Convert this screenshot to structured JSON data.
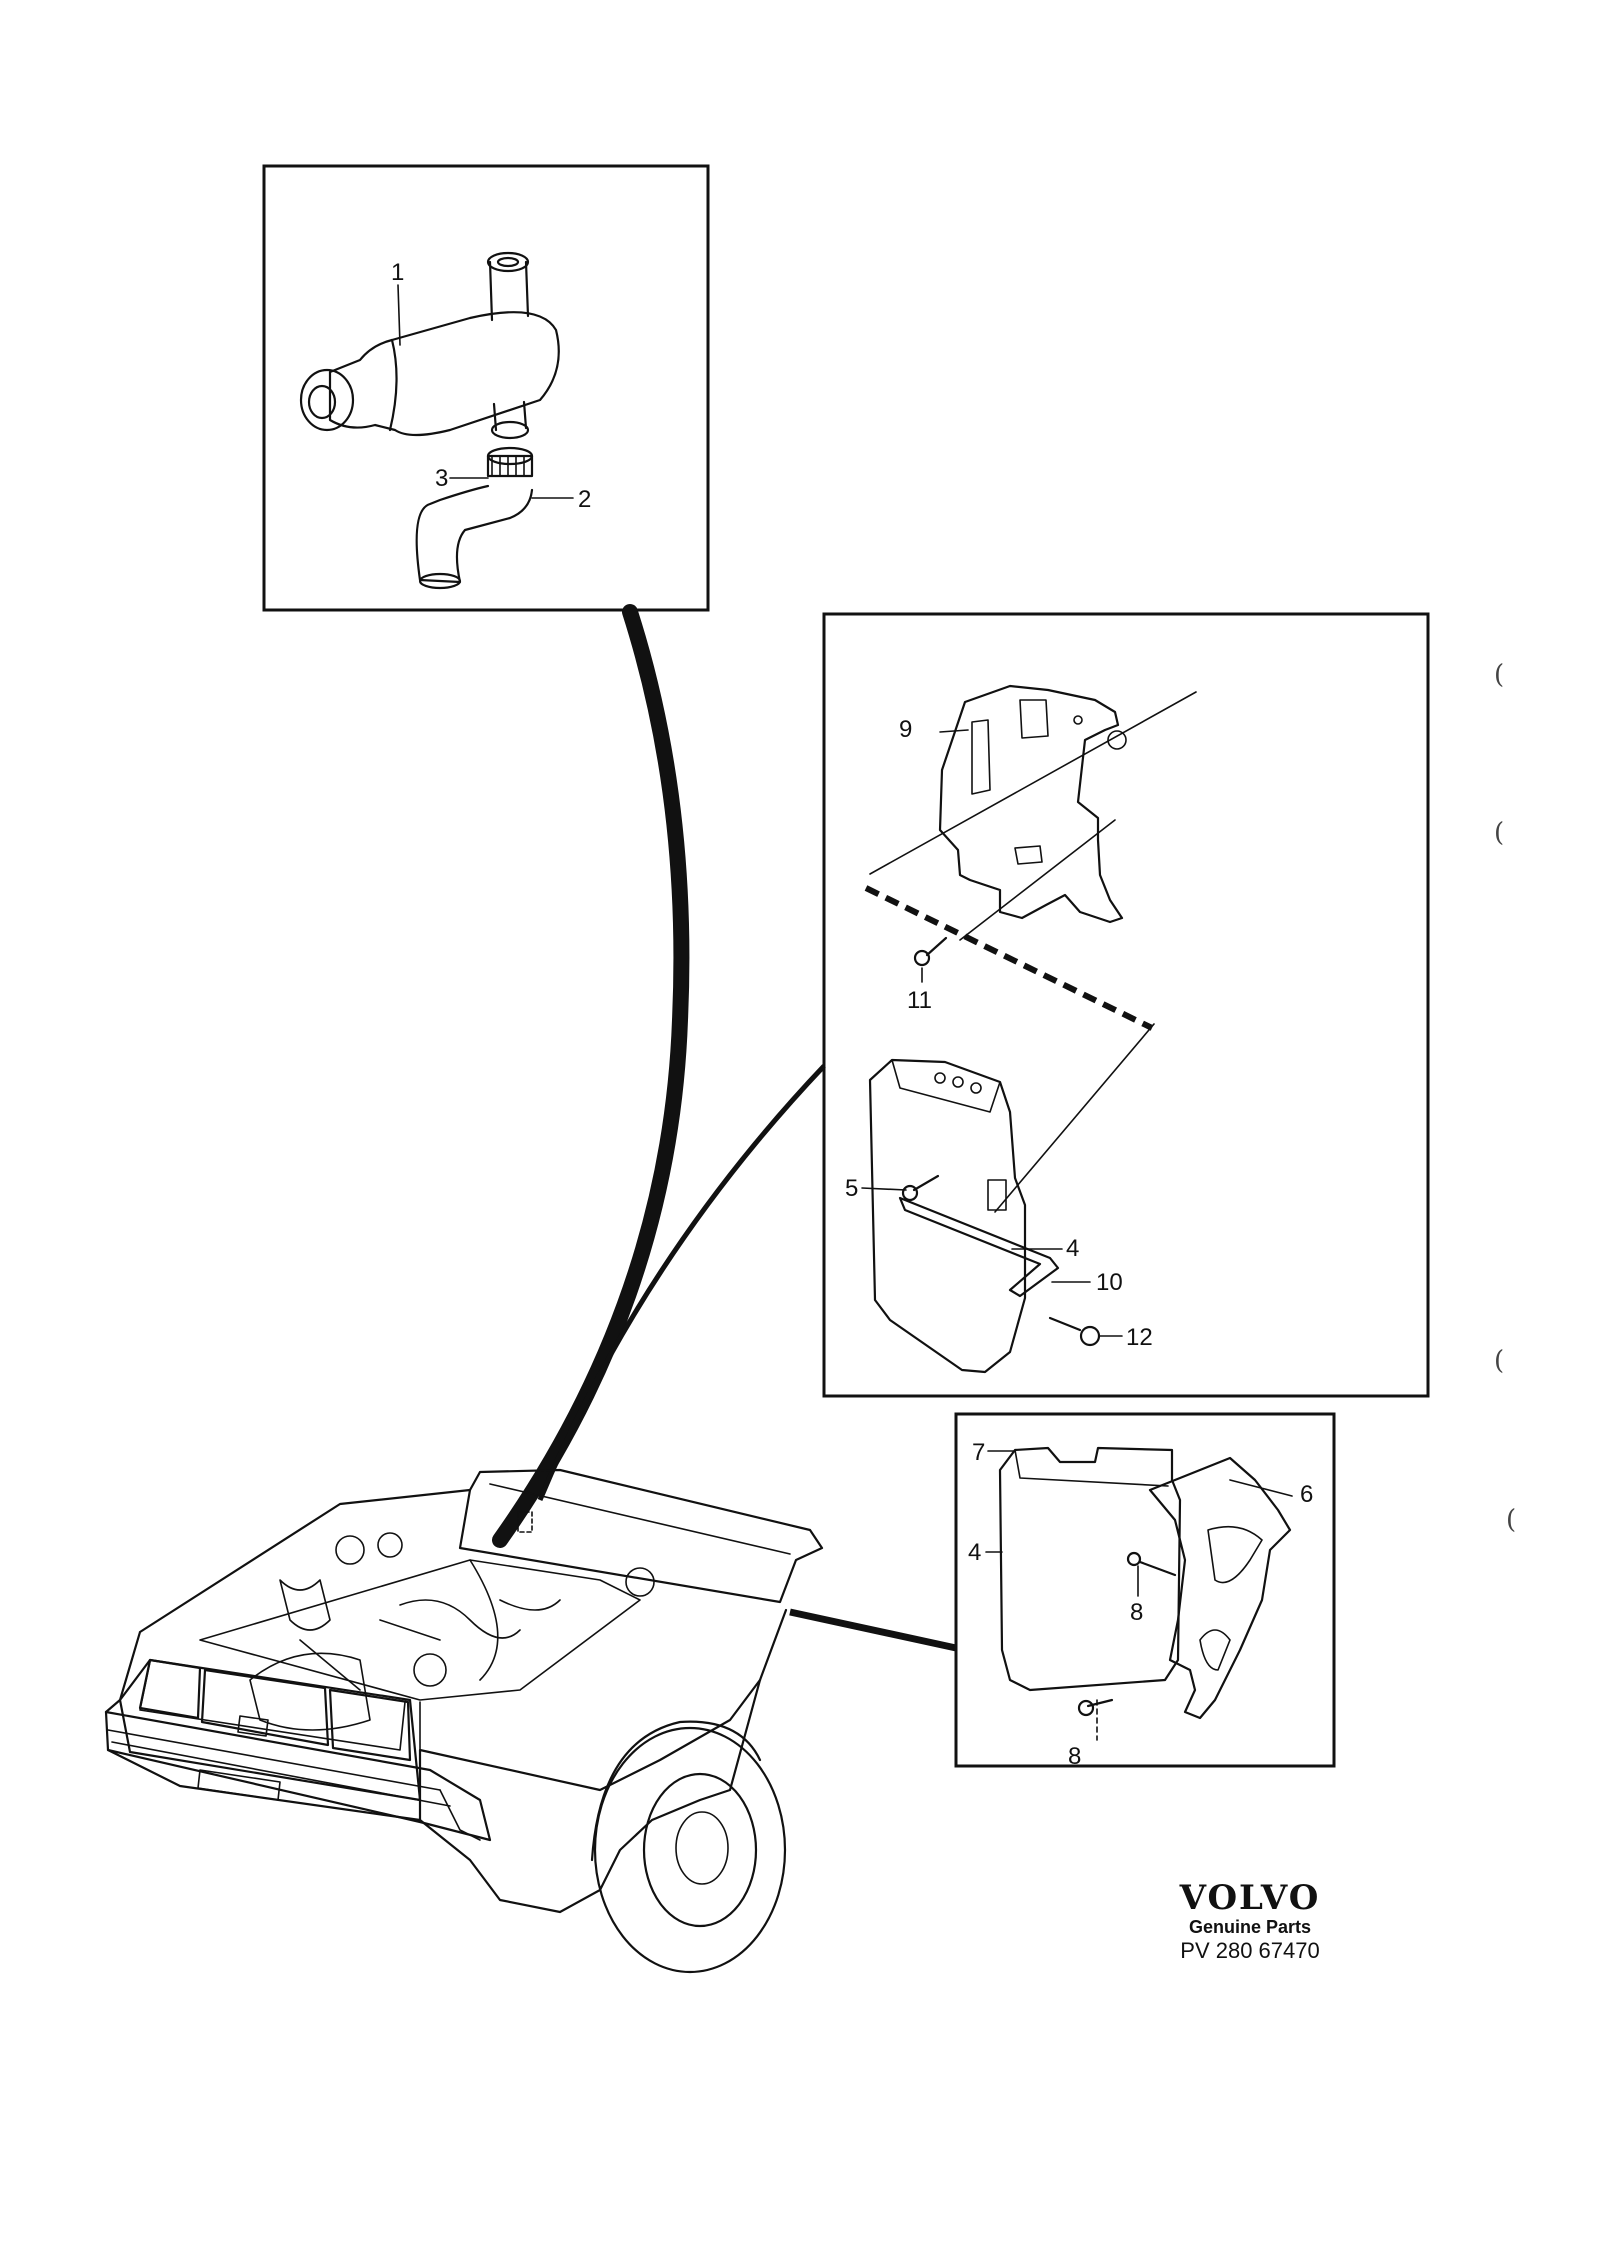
{
  "callouts": {
    "inset_top": [
      "1",
      "3",
      "2"
    ],
    "inset_middle": [
      "9",
      "11",
      "5",
      "4",
      "10",
      "12"
    ],
    "inset_bottom": [
      "7",
      "6",
      "4",
      "8",
      "8"
    ]
  },
  "branding": {
    "logo": "VOLVO",
    "subtitle": "Genuine Parts",
    "code": "PV 280 67470"
  },
  "margin_marks": [
    "(",
    "(",
    "(",
    "("
  ],
  "colors": {
    "ink": "#111111",
    "paper": "#ffffff"
  }
}
